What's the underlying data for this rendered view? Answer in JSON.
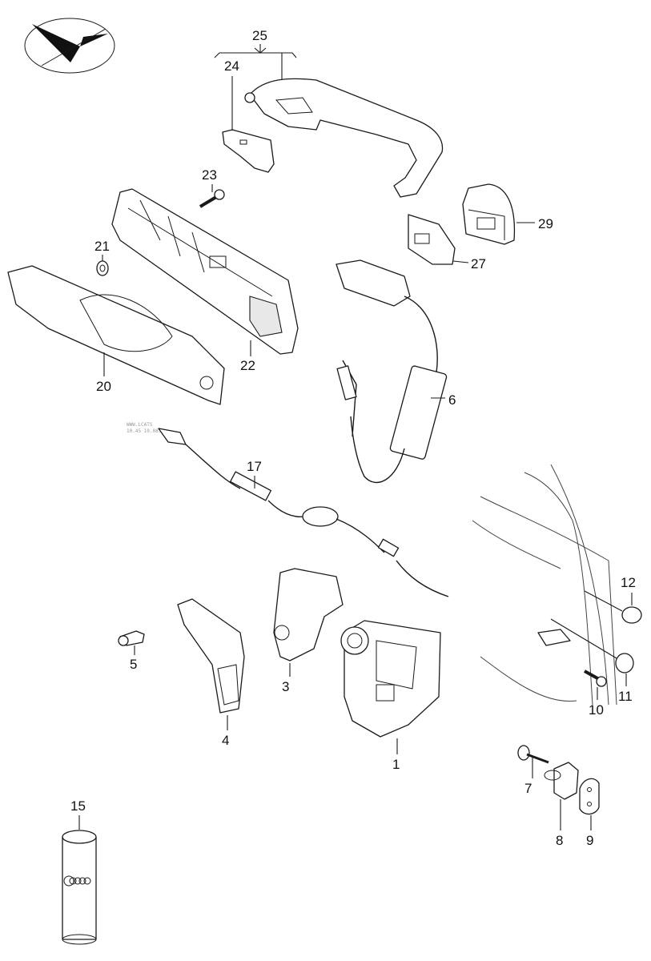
{
  "watermark": {
    "line1": "WWW.LCATS",
    "line2": "10.45 10.08.2"
  },
  "labels": {
    "p1": "1",
    "p3": "3",
    "p4": "4",
    "p5": "5",
    "p6": "6",
    "p7": "7",
    "p8": "8",
    "p9": "9",
    "p10": "10",
    "p11": "11",
    "p12": "12",
    "p15": "15",
    "p17": "17",
    "p20": "20",
    "p21": "21",
    "p22": "22",
    "p23": "23",
    "p24": "24",
    "p25": "25",
    "p27": "27",
    "p29": "29"
  },
  "colors": {
    "line": "#1a1a1a",
    "shade": "#e8e8e8",
    "background": "#ffffff"
  },
  "icons": {
    "compass": "orientation-arrow-icon",
    "brand": "four-rings-logo"
  }
}
